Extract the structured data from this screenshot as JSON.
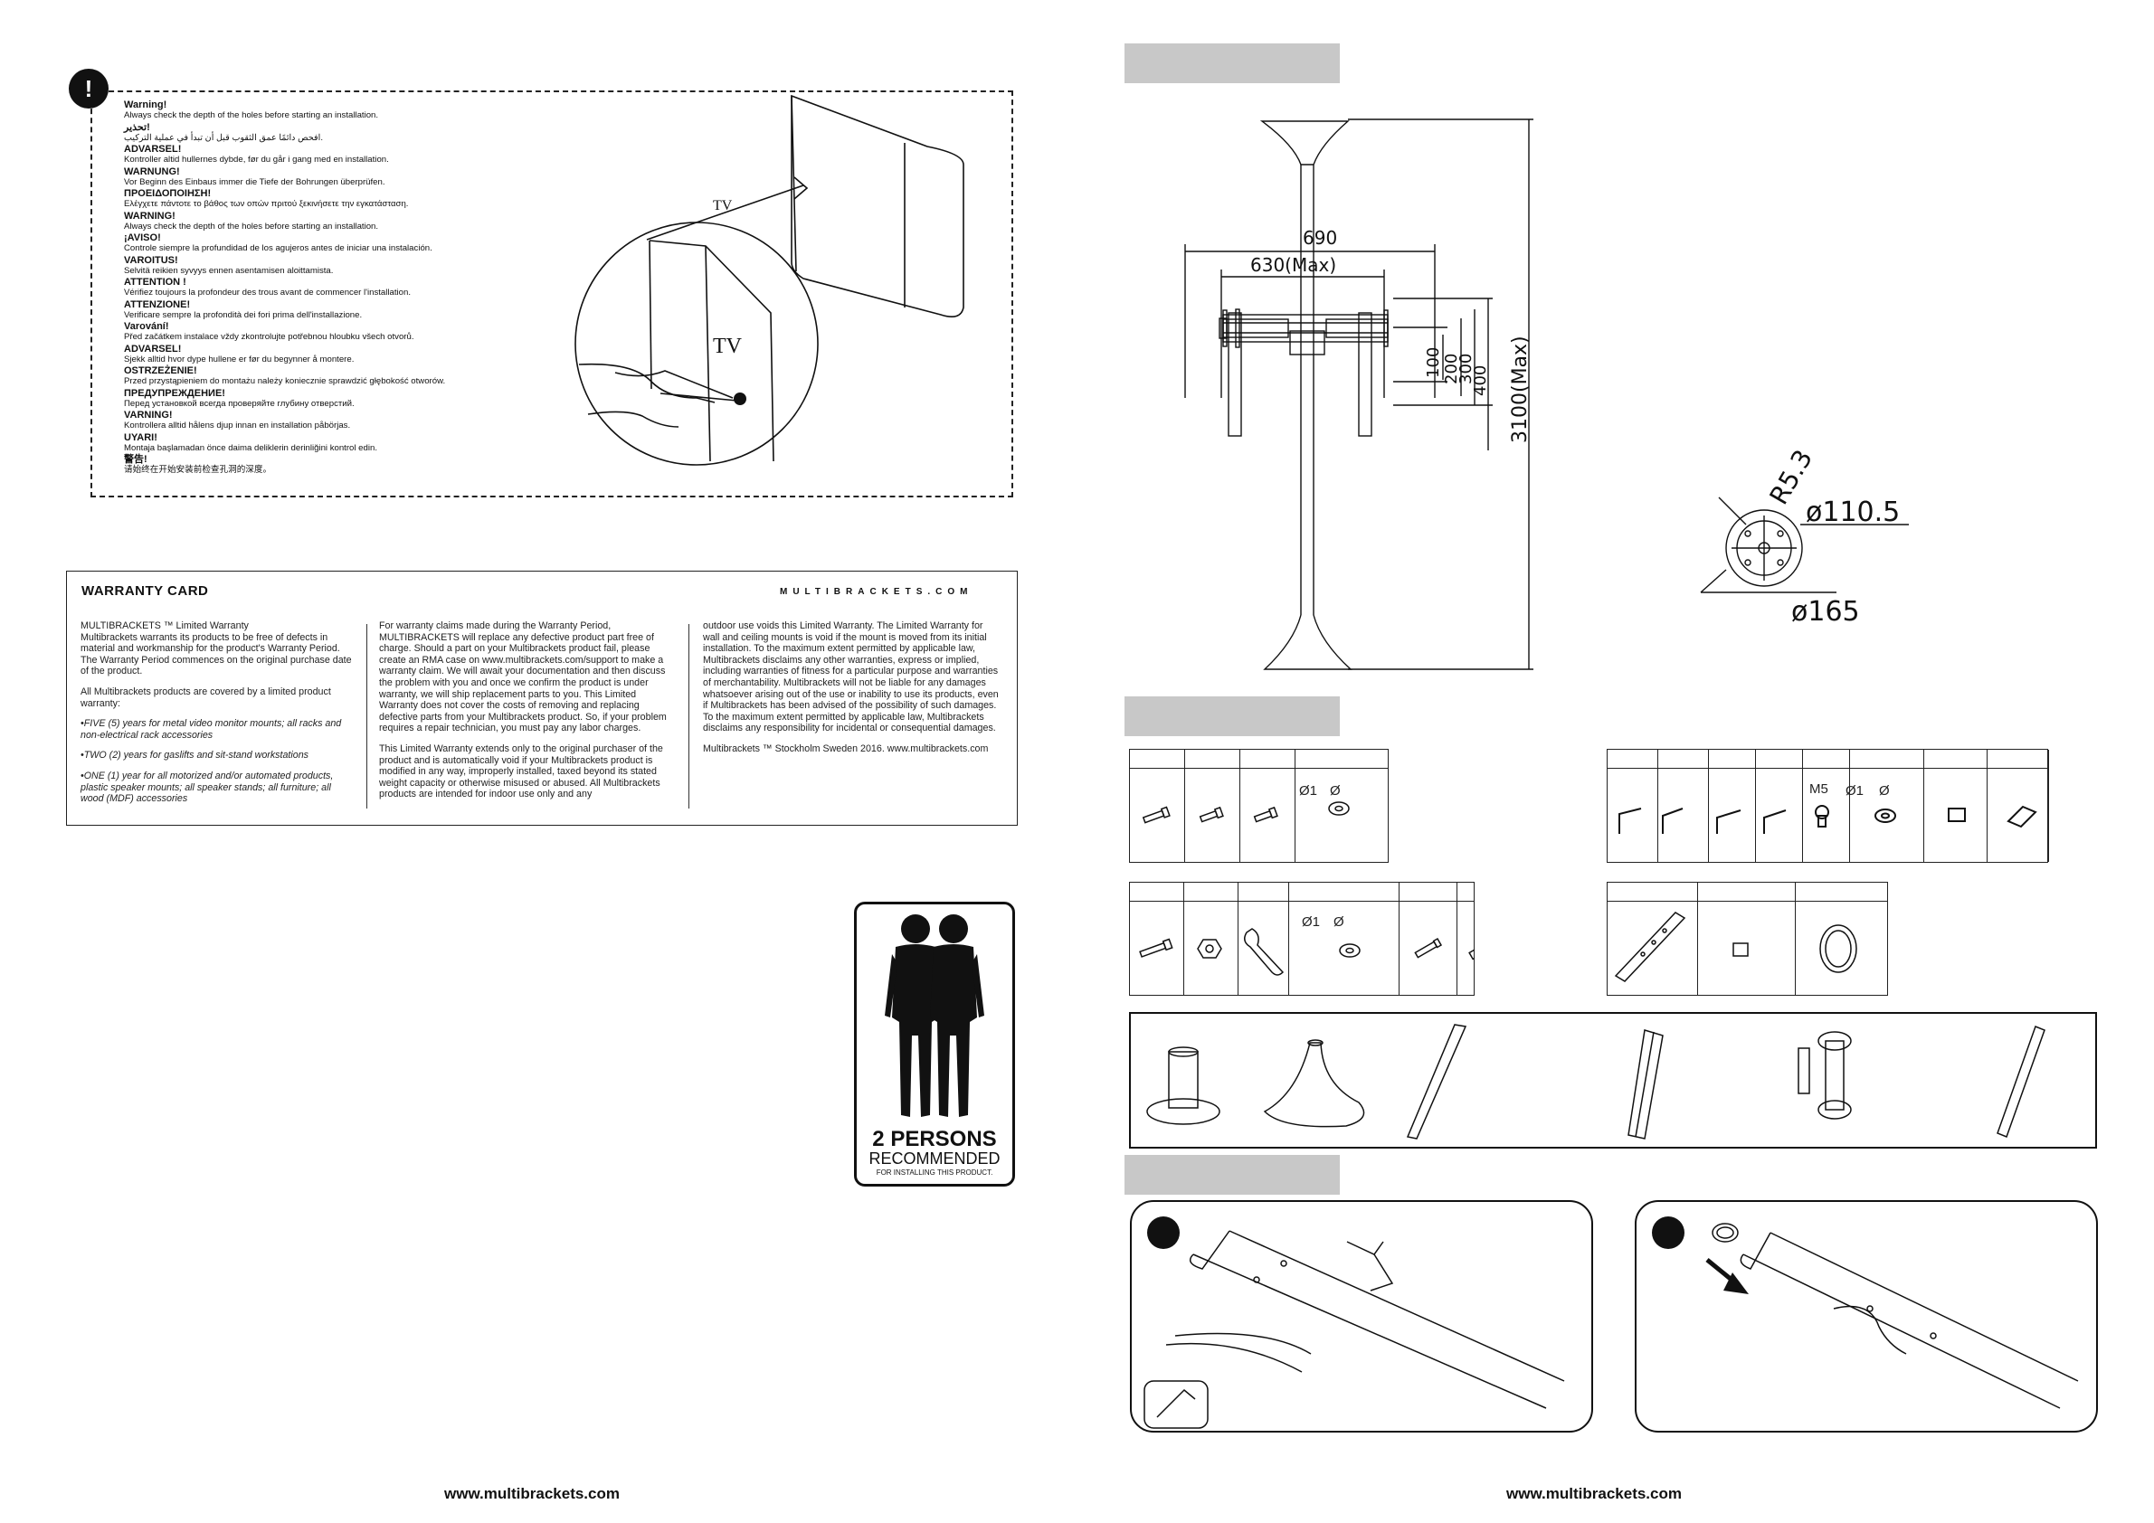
{
  "warning": {
    "badge": "!",
    "lines": [
      {
        "h": "Warning!",
        "t": "Always check the depth of the holes before starting an installation."
      },
      {
        "h": "تحذير!",
        "t": "افحص دائمًا عمق الثقوب قبل أن تبدأ في عملية التركيب."
      },
      {
        "h": "ADVARSEL!",
        "t": "Kontroller altid hullernes dybde, før du går i gang med en installation."
      },
      {
        "h": "WARNUNG!",
        "t": "Vor Beginn des Einbaus immer die Tiefe der Bohrungen überprüfen."
      },
      {
        "h": "ΠΡΟΕΙΔΟΠΟΙΗΣΗ!",
        "t": "Ελέγχετε πάντοτε το βάθος των οπών πριτού ξεκινήσετε την εγκατάσταση."
      },
      {
        "h": "WARNING!",
        "t": "Always check the depth of the holes before starting an installation."
      },
      {
        "h": "¡AVISO!",
        "t": "Controle siempre la profundidad de los agujeros antes de iniciar una instalación."
      },
      {
        "h": "VAROITUS!",
        "t": "Selvitä reikien syvyys ennen asentamisen aloittamista."
      },
      {
        "h": "ATTENTION !",
        "t": "Vérifiez toujours la profondeur des trous avant de commencer l'installation."
      },
      {
        "h": "ATTENZIONE!",
        "t": "Verificare sempre la profondità dei fori prima dell'installazione."
      },
      {
        "h": "Varování!",
        "t": "Před začátkem instalace vždy zkontrolujte potřebnou hloubku všech otvorů."
      },
      {
        "h": "ADVARSEL!",
        "t": "Sjekk alltid hvor dype hullene er før du begynner å montere."
      },
      {
        "h": "OSTRZEŻENIE!",
        "t": "Przed przystąpieniem do montażu należy koniecznie sprawdzić głębokość otworów."
      },
      {
        "h": "ПРЕДУПРЕЖДЕНИЕ!",
        "t": "Перед установкой всегда проверяйте глубину отверстий."
      },
      {
        "h": "VARNING!",
        "t": "Kontrollera alltid hålens djup innan en installation påbörjas."
      },
      {
        "h": "UYARI!",
        "t": "Montaja başlamadan önce daima deliklerin derinliğini kontrol edin."
      },
      {
        "h": "警告!",
        "t": "请始终在开始安装前检查孔洞的深度。"
      }
    ],
    "tv_label_small": "TV",
    "tv_label_large": "TV"
  },
  "warranty": {
    "title": "WARRANTY CARD",
    "site": "MULTIBRACKETS.COM",
    "col1": [
      "MULTIBRACKETS ™ Limited Warranty",
      "Multibrackets warrants its products to be free of defects in material and workmanship for the product's Warranty Period. The Warranty Period commences on the original purchase date of the product.",
      "All Multibrackets products are covered by a limited product warranty:",
      "•FIVE (5) years for metal video monitor mounts; all racks and non-electrical rack accessories",
      "•TWO (2) years for gaslifts and sit-stand workstations",
      "•ONE (1) year for all motorized and/or automated products, plastic speaker mounts; all speaker stands; all furniture; all wood (MDF) accessories"
    ],
    "col2": [
      "For warranty claims made during the Warranty Period, MULTIBRACKETS will replace any defective product part free of charge. Should a part on your Multibrackets product fail, please create an RMA case on www.multibrackets.com/support to make a warranty claim. We will await your documentation and then discuss the problem with you and once we confirm the product is under warranty, we will ship replacement parts to you. This Limited Warranty does not cover the costs of removing and replacing defective parts from your Multibrackets product. So, if your problem requires a repair technician, you must pay any labor charges.",
      "This Limited Warranty extends only to the original purchaser of the product and is automatically void if your Multibrackets product is modified in any way, improperly installed, taxed beyond its stated weight capacity or otherwise misused or abused. All Multibrackets products are intended for indoor use only and any"
    ],
    "col3": [
      "outdoor use voids this Limited Warranty. The Limited Warranty for wall and ceiling mounts is void if the mount is moved from its initial installation. To the maximum extent permitted by applicable law, Multibrackets disclaims any other warranties, express or implied, including warranties of fitness for a particular purpose and warranties of merchantability. Multibrackets will not be liable for any damages whatsoever arising out of the use or inability to use its products, even if Multibrackets has been advised of the possibility of such damages. To the maximum extent permitted by applicable law, Multibrackets disclaims any responsibility for incidental or consequential damages.",
      "Multibrackets ™ Stockholm Sweden 2016. www.multibrackets.com"
    ]
  },
  "persons": {
    "title": "2 PERSONS",
    "subtitle": "RECOMMENDED",
    "note": "FOR INSTALLING THIS PRODUCT."
  },
  "dimensions": {
    "width_total": "690",
    "width_max": "630(Max)",
    "height_total": "3100(Max)",
    "vesa": [
      "100",
      "200",
      "300",
      "400"
    ],
    "radius": "R5.3",
    "diameter_inner": "ø110.5",
    "diameter_outer": "ø165"
  },
  "parts": {
    "table1_labels": [
      "Ø1",
      "Ø"
    ],
    "table2_labels": [
      "M5",
      "Ø1",
      "Ø"
    ],
    "table3_labels": [
      "Ø1",
      "Ø"
    ]
  },
  "footer": {
    "left": "www.multibrackets.com",
    "right": "www.multibrackets.com"
  }
}
